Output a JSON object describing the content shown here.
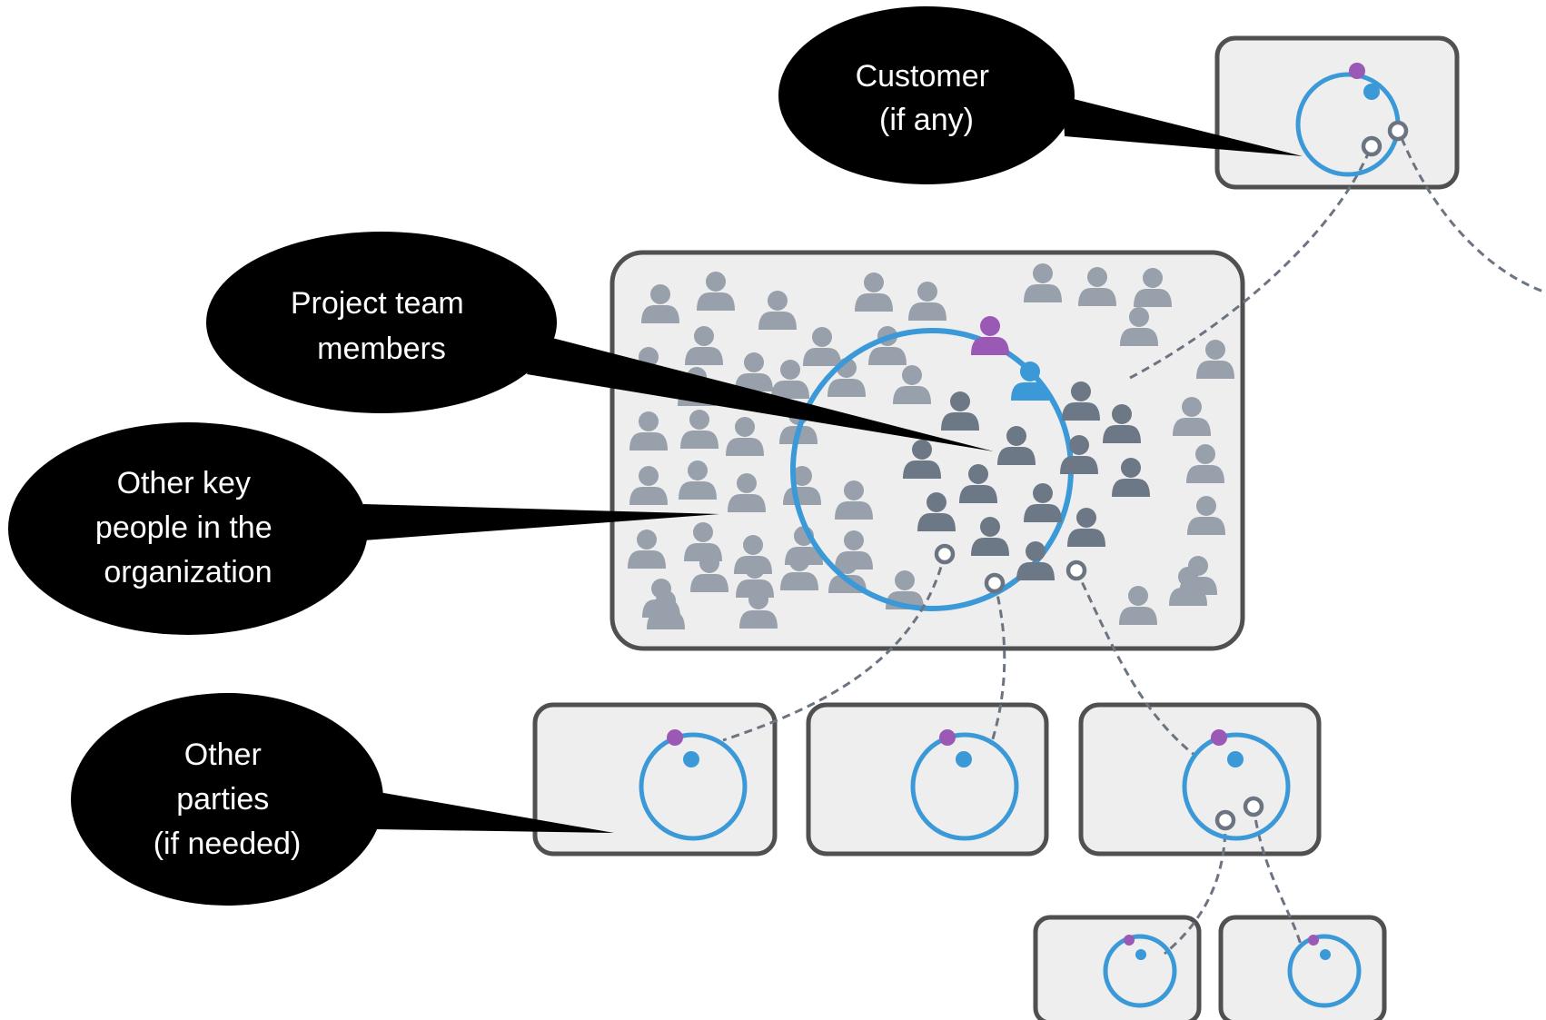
{
  "labels": {
    "customer": [
      "Customer",
      "(if any)"
    ],
    "project_team": [
      "Project team",
      "members"
    ],
    "key_people": [
      "Other key",
      "people in the",
      "organization"
    ],
    "other_parties": [
      "Other",
      "parties",
      "(if needed)"
    ]
  },
  "colors": {
    "leader": "#9b59b6",
    "member": "#3b99d8",
    "team_person": "#6d7886",
    "org_person": "#97a0ab",
    "box_fill": "#eeeeee",
    "box_border": "#505050",
    "bubble": "#000000",
    "connector": "#6b7480"
  },
  "icons": {
    "person": "person-icon",
    "port": "port-icon"
  }
}
